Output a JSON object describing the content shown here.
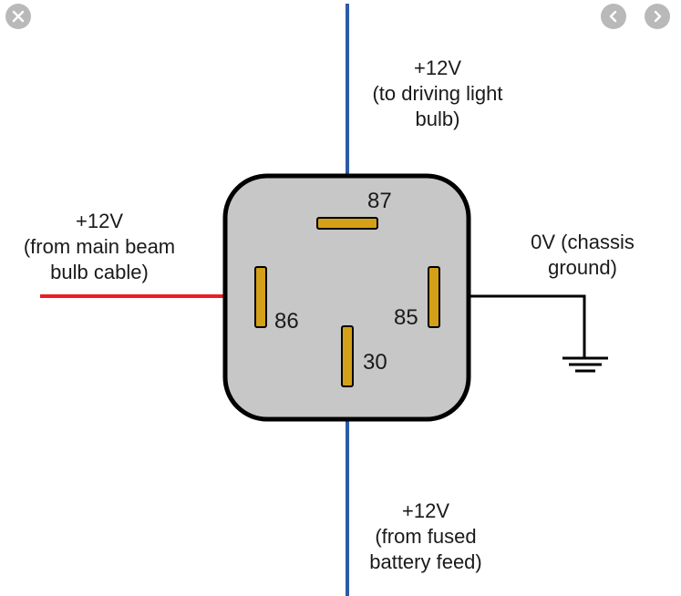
{
  "controls": {
    "close_icon": "close-icon",
    "prev_icon": "chevron-left-icon",
    "next_icon": "chevron-right-icon"
  },
  "colors": {
    "wire_blue": "#2b5aa8",
    "wire_red": "#ee1c25",
    "wire_black": "#000000",
    "relay_body": "#c7c7c7",
    "pin_gold": "#d4a017"
  },
  "pins": {
    "p87": "87",
    "p86": "86",
    "p85": "85",
    "p30": "30"
  },
  "labels": {
    "top": [
      "+12V",
      "(to driving light",
      "bulb)"
    ],
    "left": [
      "+12V",
      "(from main beam",
      "bulb cable)"
    ],
    "right": [
      "0V (chassis",
      "ground)"
    ],
    "bottom": [
      "+12V",
      "(from fused",
      "battery feed)"
    ]
  }
}
